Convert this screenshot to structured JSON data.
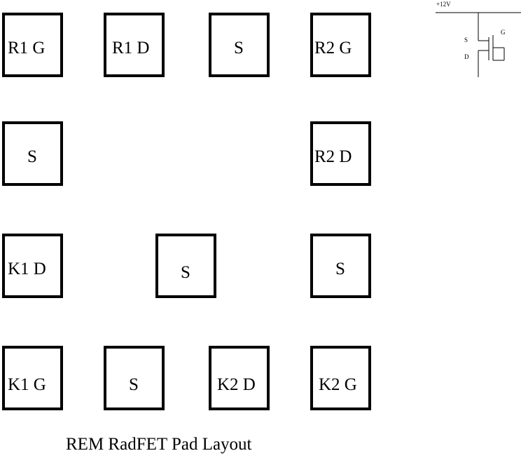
{
  "pads": [
    {
      "id": "r1-gate",
      "label": "R1 G"
    },
    {
      "id": "r1-drain",
      "label": "R1 D"
    },
    {
      "id": "source-top",
      "label": "S"
    },
    {
      "id": "r2-gate",
      "label": "R2 G"
    },
    {
      "id": "source-left",
      "label": "S"
    },
    {
      "id": "r2-drain",
      "label": "R2 D"
    },
    {
      "id": "k1-drain",
      "label": "K1 D"
    },
    {
      "id": "source-center",
      "label": "S"
    },
    {
      "id": "source-right",
      "label": "S"
    },
    {
      "id": "k1-gate",
      "label": "K1 G"
    },
    {
      "id": "source-bottom",
      "label": "S"
    },
    {
      "id": "k2-drain",
      "label": "K2 D"
    },
    {
      "id": "k2-gate",
      "label": "K2 G"
    }
  ],
  "caption": "REM RadFET Pad Layout",
  "schematic": {
    "supply": "+12V",
    "source": "S",
    "drain": "D",
    "gate": "G"
  }
}
